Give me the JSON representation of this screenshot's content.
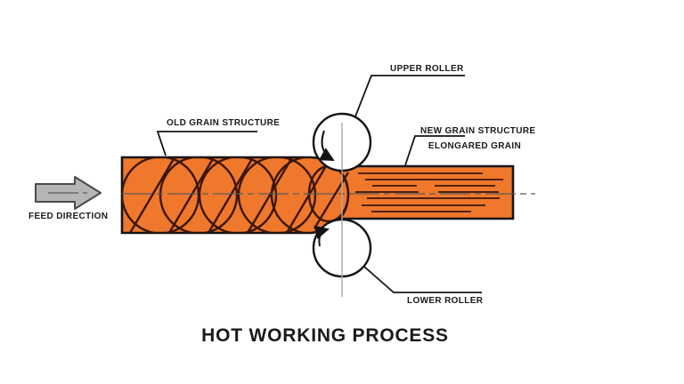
{
  "diagram": {
    "title": "HOT WORKING PROCESS",
    "labels": {
      "old_grain": "OLD GRAIN STRUCTURE",
      "upper_roller": "UPPER ROLLER",
      "new_grain_line1": "NEW GRAIN STRUCTURE",
      "new_grain_line2": "ELONGARED GRAIN",
      "lower_roller": "LOWER ROLLER",
      "feed_direction": "FEED DIRECTION"
    },
    "colors": {
      "workpiece_fill": "#F0782C",
      "grain_stroke": "#3B1608",
      "outline": "#141414",
      "roller_fill": "#FFFFFF",
      "centerline_gray": "#ABABAB",
      "centerline_dark": "#5A5A5A",
      "feed_arrow_fill": "#B5B5B5",
      "feed_arrow_stroke": "#4A4A4A",
      "label_color": "#1A1A1A",
      "background": "#FFFFFF"
    }
  }
}
